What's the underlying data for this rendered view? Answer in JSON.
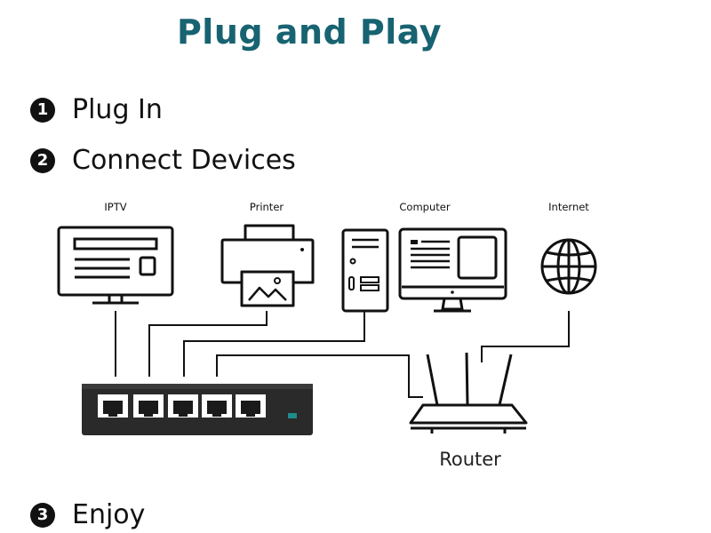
{
  "title": "Plug and Play",
  "steps": [
    {
      "number": "1",
      "label": "Plug In"
    },
    {
      "number": "2",
      "label": "Connect Devices"
    },
    {
      "number": "3",
      "label": "Enjoy"
    }
  ],
  "devices": {
    "iptv": "IPTV",
    "printer": "Printer",
    "computer": "Computer",
    "internet": "Internet",
    "router": "Router"
  },
  "colors": {
    "title": "#176371",
    "switch_body": "#2a2a2a",
    "switch_led": "#1f8a8a"
  }
}
